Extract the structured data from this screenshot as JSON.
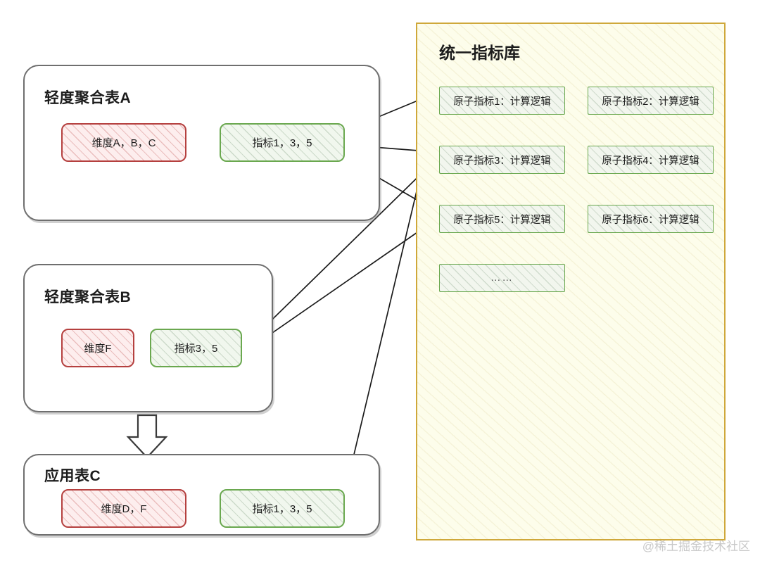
{
  "diagram": {
    "title_watermark": "@稀土掘金技术社区",
    "colors": {
      "table_border": "#6f6f6f",
      "dimension_border": "#b5403f",
      "dimension_fill": "#fdeeee",
      "metric_border": "#6aa84f",
      "metric_fill": "#f1f7ee",
      "library_border": "#cfa83a",
      "library_fill": "#fdfdeb",
      "arrow": "#1a1a1a",
      "watermark": "#c9c9c9"
    }
  },
  "tables": [
    {
      "id": "table-a",
      "title": "轻度聚合表A",
      "dimension_label": "维度A，B，C",
      "metric_label": "指标1，3，5"
    },
    {
      "id": "table-b",
      "title": "轻度聚合表B",
      "dimension_label": "维度F",
      "metric_label": "指标3，5"
    },
    {
      "id": "table-c",
      "title": "应用表C",
      "dimension_label": "维度D，F",
      "metric_label": "指标1，3，5"
    }
  ],
  "library": {
    "title": "统一指标库",
    "atoms": [
      {
        "label": "原子指标1：计算逻辑"
      },
      {
        "label": "原子指标2：计算逻辑"
      },
      {
        "label": "原子指标3：计算逻辑"
      },
      {
        "label": "原子指标4：计算逻辑"
      },
      {
        "label": "原子指标5：计算逻辑"
      },
      {
        "label": "原子指标6：计算逻辑"
      },
      {
        "label": "……"
      }
    ]
  }
}
